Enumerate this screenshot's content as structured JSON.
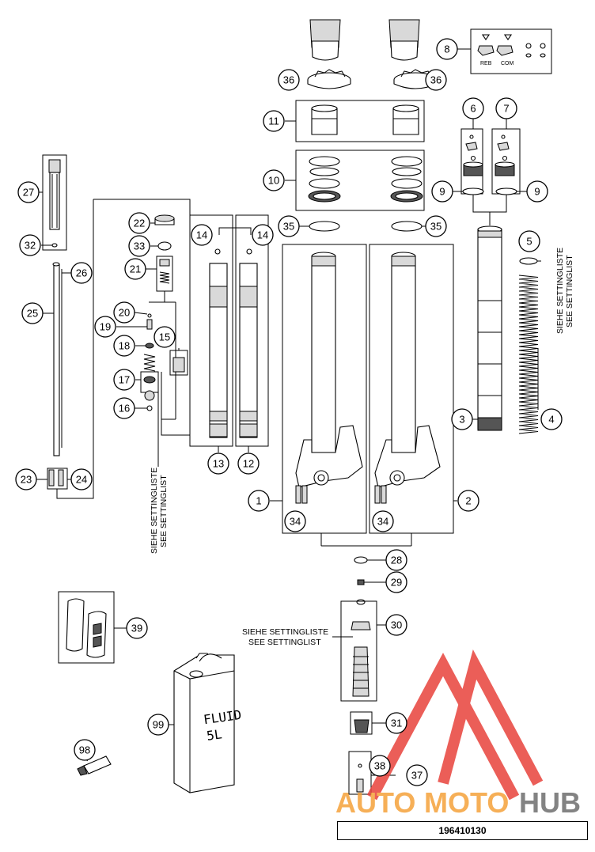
{
  "diagram_number": "196410130",
  "notes": {
    "setting_de": "SIEHE SETTINGLISTE",
    "setting_en": "SEE SETTINGLIST"
  },
  "labels": {
    "reb": "REB",
    "com": "COM",
    "fluid_line1": "FLUID",
    "fluid_line2": "5L"
  },
  "watermark": {
    "part1": "AUTO",
    "part2": "MOTO",
    "part3": "HUB",
    "color_red": "#e8423c",
    "color_orange": "#f5a23a",
    "color_gray": "#6e6e6e"
  },
  "callouts": {
    "c1": "1",
    "c2": "2",
    "c3": "3",
    "c4": "4",
    "c5": "5",
    "c6": "6",
    "c7": "7",
    "c8": "8",
    "c9a": "9",
    "c9b": "9",
    "c10": "10",
    "c11": "11",
    "c12": "12",
    "c13": "13",
    "c14a": "14",
    "c14b": "14",
    "c15": "15",
    "c16": "16",
    "c17": "17",
    "c18": "18",
    "c19": "19",
    "c20": "20",
    "c21": "21",
    "c22": "22",
    "c23": "23",
    "c24": "24",
    "c25": "25",
    "c26": "26",
    "c27": "27",
    "c28": "28",
    "c29": "29",
    "c30": "30",
    "c31": "31",
    "c32": "32",
    "c33": "33",
    "c34a": "34",
    "c34b": "34",
    "c35a": "35",
    "c35b": "35",
    "c36a": "36",
    "c36b": "36",
    "c37": "37",
    "c38": "38",
    "c39": "39",
    "c98": "98",
    "c99": "99"
  }
}
